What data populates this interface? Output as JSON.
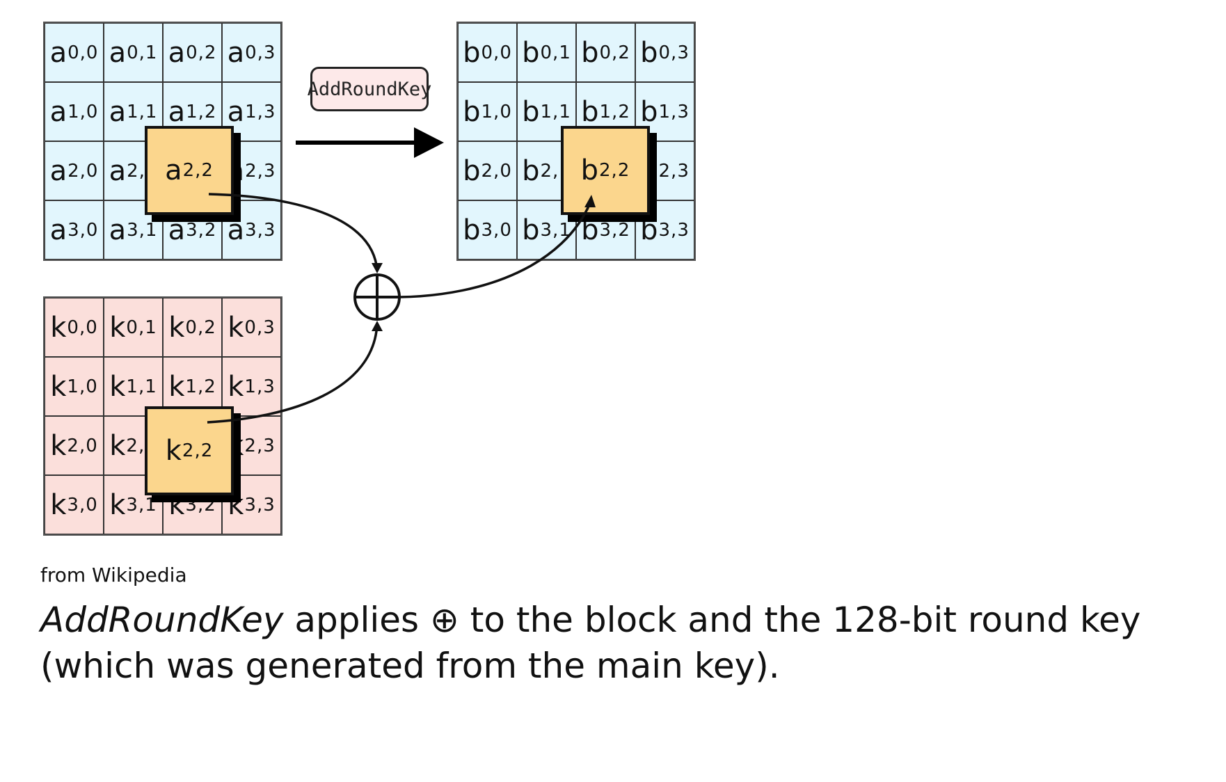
{
  "diagram": {
    "title": "AddRoundKey",
    "operation_label": "AddRoundKey",
    "xor_symbol": "⊕",
    "state_input": {
      "symbol": "a",
      "cells": [
        [
          "0,0",
          "0,1",
          "0,2",
          "0,3"
        ],
        [
          "1,0",
          "1,1",
          "1,2",
          "1,3"
        ],
        [
          "2,0",
          "2,1",
          "2,2",
          "2,3"
        ],
        [
          "3,0",
          "3,1",
          "3,2",
          "3,3"
        ]
      ],
      "highlight": "2,2"
    },
    "state_output": {
      "symbol": "b",
      "cells": [
        [
          "0,0",
          "0,1",
          "0,2",
          "0,3"
        ],
        [
          "1,0",
          "1,1",
          "1,2",
          "1,3"
        ],
        [
          "2,0",
          "2,1",
          "2,2",
          "2,3"
        ],
        [
          "3,0",
          "3,1",
          "3,2",
          "3,3"
        ]
      ],
      "highlight": "2,2"
    },
    "round_key": {
      "symbol": "k",
      "cells": [
        [
          "0,0",
          "0,1",
          "0,2",
          "0,3"
        ],
        [
          "1,0",
          "1,1",
          "1,2",
          "1,3"
        ],
        [
          "2,0",
          "2,1",
          "2,2",
          "2,3"
        ],
        [
          "3,0",
          "3,1",
          "3,2",
          "3,3"
        ]
      ],
      "highlight": "2,2"
    },
    "colors": {
      "state": "#e2f6fd",
      "key": "#fbdfdb",
      "highlight": "#fbd68d",
      "op_box": "#fde9e9"
    }
  },
  "source": "from Wikipedia",
  "caption": {
    "term": "AddRoundKey",
    "text_1": " applies ",
    "symbol": "⊕",
    "text_2": " to the block and the 128-bit round key (which was generated from the main key)."
  }
}
